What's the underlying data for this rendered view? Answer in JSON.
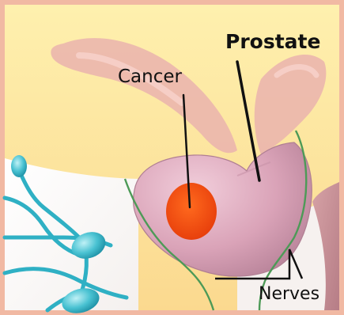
{
  "labels": {
    "prostate": "Prostate",
    "cancer": "Cancer",
    "nerves": "Nerves"
  },
  "colors": {
    "frame_border": "#f1b9a3",
    "background_warm": "#fde9a8",
    "bladder_pink": "#eab3ae",
    "prostate_pink": "#d9a0b5",
    "tumor_orange": "#ef4a10",
    "nerve_green": "#4d9a57",
    "lymph_blue": "#2fb0c4",
    "label_text": "#111111"
  }
}
